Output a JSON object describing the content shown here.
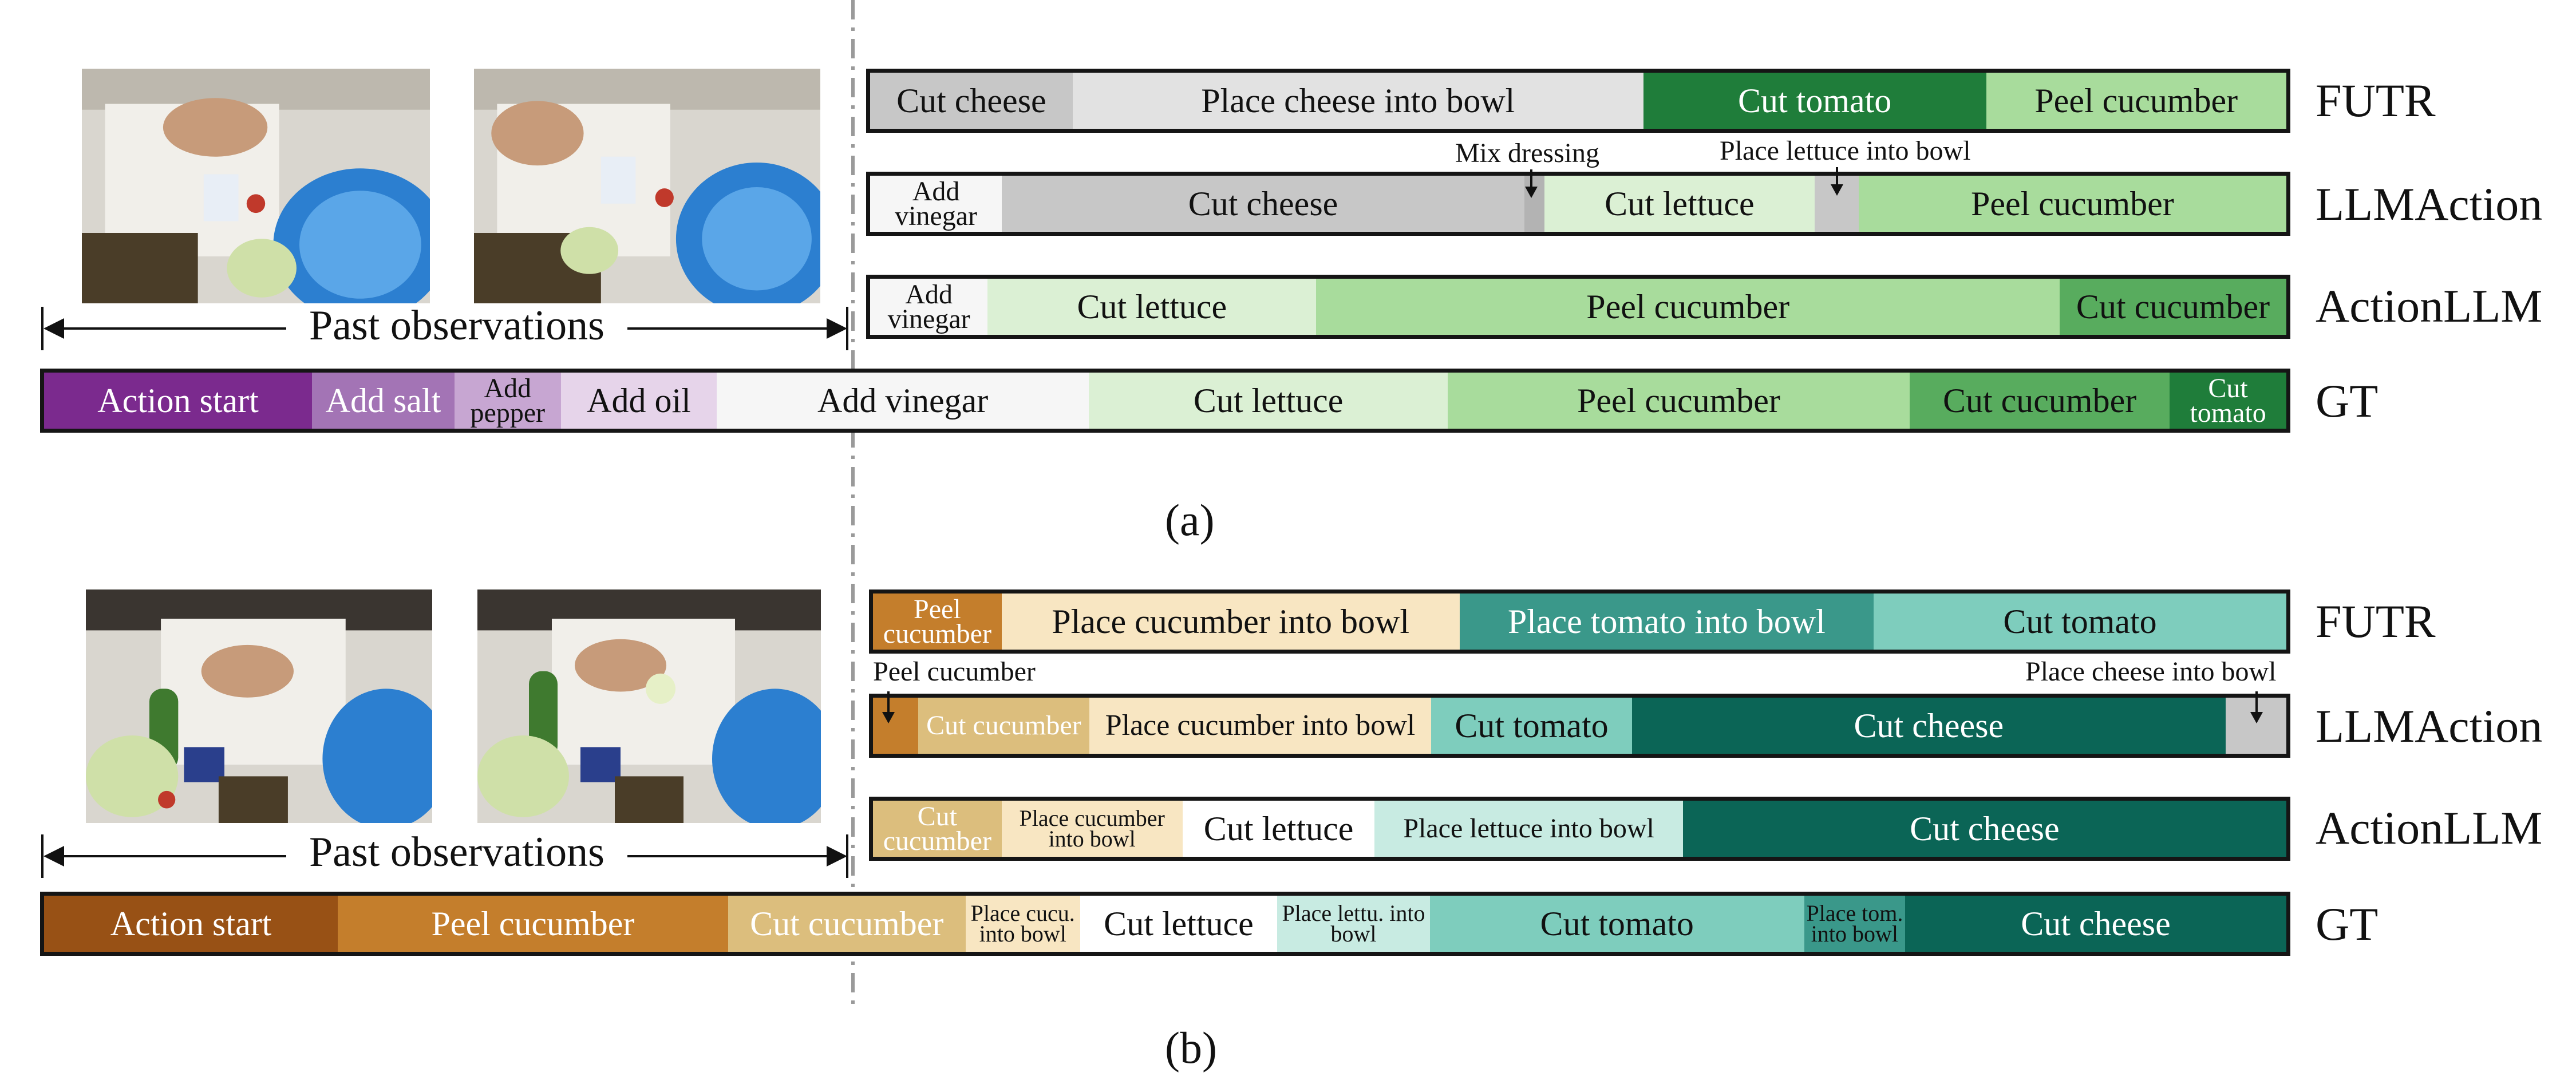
{
  "colors": {
    "purple_dark": "#7b2a8e",
    "purple_mid": "#a374b5",
    "purple_light": "#c7a6d2",
    "purple_pale": "#e6d4ea",
    "white_seg": "#f6f6f6",
    "green_pale": "#dbf0d4",
    "green_light": "#a8dc9c",
    "green_mid": "#58ac5e",
    "green_dark": "#1f7d3a",
    "gray_light": "#e2e2e2",
    "gray_mid": "#c7c7c7",
    "brown_dark": "#985115",
    "brown_mid": "#c47e2c",
    "tan": "#dcbe7d",
    "cream": "#f8e6c2",
    "teal_pale": "#c8ebe2",
    "teal_light": "#7ecdbd",
    "teal_mid": "#3a988a",
    "teal_dark": "#0b6556"
  },
  "panel_a": {
    "caption": "(a)",
    "past_label": "Past observations",
    "callouts": {
      "mix_dressing": "Mix dressing",
      "place_lettuce": "Place lettuce into bowl"
    },
    "rows": [
      {
        "model": "FUTR",
        "segments": [
          {
            "label": "Cut cheese",
            "span": 0.143,
            "color": "#c7c7c7",
            "text": "#111"
          },
          {
            "label": "Place cheese into bowl",
            "span": 0.403,
            "color": "#e2e2e2",
            "text": "#111"
          },
          {
            "label": "Cut tomato",
            "span": 0.242,
            "color": "#1f7d3a",
            "text": "#ffffff"
          },
          {
            "label": "Peel cucumber",
            "span": 0.212,
            "color": "#a8dc9c",
            "text": "#111"
          }
        ]
      },
      {
        "model": "LLMAction",
        "segments": [
          {
            "label": "Add vinegar",
            "span": 0.093,
            "color": "#f6f6f6",
            "text": "#111",
            "small": true
          },
          {
            "label": "Cut cheese",
            "span": 0.369,
            "color": "#c7c7c7",
            "text": "#111"
          },
          {
            "label": "",
            "span": 0.014,
            "color": "#b3b3b3",
            "text": "#111"
          },
          {
            "label": "Cut lettuce",
            "span": 0.191,
            "color": "#dbf0d4",
            "text": "#111"
          },
          {
            "label": "",
            "span": 0.031,
            "color": "#c7c7c7",
            "text": "#111"
          },
          {
            "label": "Peel cucumber",
            "span": 0.302,
            "color": "#a8dc9c",
            "text": "#111"
          }
        ]
      },
      {
        "model": "ActionLLM",
        "segments": [
          {
            "label": "Add vinegar",
            "span": 0.083,
            "color": "#f6f6f6",
            "text": "#111",
            "small": true
          },
          {
            "label": "Cut lettuce",
            "span": 0.232,
            "color": "#dbf0d4",
            "text": "#111"
          },
          {
            "label": "Peel cucumber",
            "span": 0.525,
            "color": "#a8dc9c",
            "text": "#111"
          },
          {
            "label": "Cut cucumber",
            "span": 0.16,
            "color": "#58ac5e",
            "text": "#111"
          }
        ]
      }
    ],
    "gt": {
      "model": "GT",
      "segments": [
        {
          "label": "Action start",
          "span": 0.1195,
          "color": "#7b2a8e",
          "text": "#ffffff"
        },
        {
          "label": "Add salt",
          "span": 0.0635,
          "color": "#a374b5",
          "text": "#ffffff"
        },
        {
          "label": "Add pepper",
          "span": 0.0475,
          "color": "#c7a6d2",
          "text": "#111",
          "small": true
        },
        {
          "label": "Add oil",
          "span": 0.0695,
          "color": "#e6d4ea",
          "text": "#111"
        },
        {
          "label": "Add vinegar",
          "span": 0.166,
          "color": "#f6f6f6",
          "text": "#111"
        },
        {
          "label": "Cut lettuce",
          "span": 0.16,
          "color": "#dbf0d4",
          "text": "#111"
        },
        {
          "label": "Peel cucumber",
          "span": 0.206,
          "color": "#a8dc9c",
          "text": "#111"
        },
        {
          "label": "Cut cucumber",
          "span": 0.116,
          "color": "#58ac5e",
          "text": "#111"
        },
        {
          "label": "Cut tomato",
          "span": 0.052,
          "color": "#1f7d3a",
          "text": "#ffffff",
          "small": true
        }
      ]
    }
  },
  "panel_b": {
    "caption": "(b)",
    "past_label": "Past observations",
    "callouts": {
      "peel_cucumber": "Peel cucumber",
      "place_cheese": "Place cheese into bowl"
    },
    "rows": [
      {
        "model": "FUTR",
        "segments": [
          {
            "label": "Peel cucumber",
            "span": 0.091,
            "color": "#c47e2c",
            "text": "#ffffff",
            "small": true
          },
          {
            "label": "Place cucumber into bowl",
            "span": 0.324,
            "color": "#f8e6c2",
            "text": "#111"
          },
          {
            "label": "Place tomato into bowl",
            "span": 0.293,
            "color": "#3a988a",
            "text": "#ffffff"
          },
          {
            "label": "Cut tomato",
            "span": 0.292,
            "color": "#7ecdbd",
            "text": "#111"
          }
        ]
      },
      {
        "model": "LLMAction",
        "segments": [
          {
            "label": "",
            "span": 0.032,
            "color": "#c47e2c",
            "text": "#111"
          },
          {
            "label": "Cut cucumber",
            "span": 0.121,
            "color": "#dcbe7d",
            "text": "#ffffff",
            "small": true
          },
          {
            "label": "Place cucumber into bowl",
            "span": 0.242,
            "color": "#f8e6c2",
            "text": "#111",
            "mid": true
          },
          {
            "label": "Cut tomato",
            "span": 0.142,
            "color": "#7ecdbd",
            "text": "#111"
          },
          {
            "label": "Cut cheese",
            "span": 0.42,
            "color": "#0b6556",
            "text": "#ffffff"
          },
          {
            "label": "",
            "span": 0.043,
            "color": "#c7c7c7",
            "text": "#111"
          }
        ]
      },
      {
        "model": "ActionLLM",
        "segments": [
          {
            "label": "Cut cucumber",
            "span": 0.091,
            "color": "#dcbe7d",
            "text": "#ffffff",
            "small": true
          },
          {
            "label": "Place cucumber into bowl",
            "span": 0.128,
            "color": "#f8e6c2",
            "text": "#111",
            "tiny": true
          },
          {
            "label": "Cut lettuce",
            "span": 0.136,
            "color": "#ffffff",
            "text": "#111"
          },
          {
            "label": "Place lettuce into bowl",
            "span": 0.218,
            "color": "#c8ebe2",
            "text": "#111",
            "small": true
          },
          {
            "label": "Cut cheese",
            "span": 0.427,
            "color": "#0b6556",
            "text": "#ffffff"
          }
        ]
      }
    ],
    "gt": {
      "model": "GT",
      "segments": [
        {
          "label": "Action start",
          "span": 0.131,
          "color": "#985115",
          "text": "#ffffff"
        },
        {
          "label": "Peel cucumber",
          "span": 0.174,
          "color": "#c47e2c",
          "text": "#ffffff"
        },
        {
          "label": "Cut cucumber",
          "span": 0.106,
          "color": "#dcbe7d",
          "text": "#ffffff"
        },
        {
          "label": "Place cucu. into bowl",
          "span": 0.051,
          "color": "#f8e6c2",
          "text": "#111",
          "tiny": true
        },
        {
          "label": "Cut lettuce",
          "span": 0.088,
          "color": "#ffffff",
          "text": "#111"
        },
        {
          "label": "Place lettu. into bowl",
          "span": 0.068,
          "color": "#c8ebe2",
          "text": "#111",
          "tiny": true
        },
        {
          "label": "Cut tomato",
          "span": 0.167,
          "color": "#7ecdbd",
          "text": "#111"
        },
        {
          "label": "Place tom. into bowl",
          "span": 0.045,
          "color": "#3a988a",
          "text": "#111",
          "tiny": true
        },
        {
          "label": "Cut cheese",
          "span": 0.17,
          "color": "#0b6556",
          "text": "#ffffff"
        }
      ]
    }
  }
}
